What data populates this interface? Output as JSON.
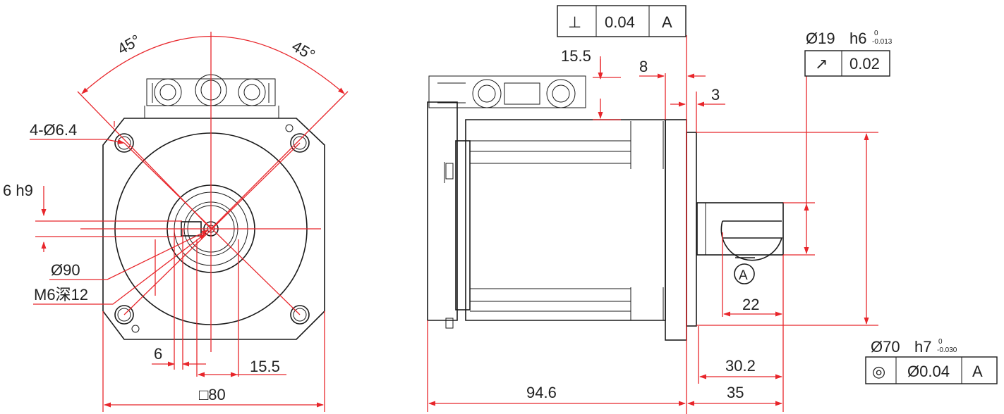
{
  "colors": {
    "outline": "#1a1a1a",
    "dimension": "#e8262b",
    "text": "#222222"
  },
  "front_view": {
    "angle_left": "45°",
    "angle_right": "45°",
    "mount_holes": "4-Ø6.4",
    "key_width": "6 h9",
    "pilot_dia": "Ø90",
    "tapped_hole": "M6深12",
    "key_offset": "6",
    "key_height": "15.5",
    "flange_square": "□80"
  },
  "side_view": {
    "perpendicularity": {
      "symbol": "⊥",
      "tolerance": "0.04",
      "datum": "A"
    },
    "connector_height": "15.5",
    "flange_thickness": "8",
    "pilot_length": "3",
    "shaft_fit": {
      "dia": "Ø19",
      "fit": "h6",
      "upper": "0",
      "lower": "-0.013"
    },
    "runout": {
      "symbol": "↗",
      "tolerance": "0.02"
    },
    "datum_label": "A",
    "key_length": "22",
    "spigot_fit": {
      "dia": "Ø70",
      "fit": "h7",
      "upper": "0",
      "lower": "-0.030"
    },
    "concentricity": {
      "symbol": "◎",
      "tolerance": "Ø0.04",
      "datum": "A"
    },
    "key_to_end": "30.2",
    "shaft_length": "35",
    "body_length": "94.6"
  }
}
